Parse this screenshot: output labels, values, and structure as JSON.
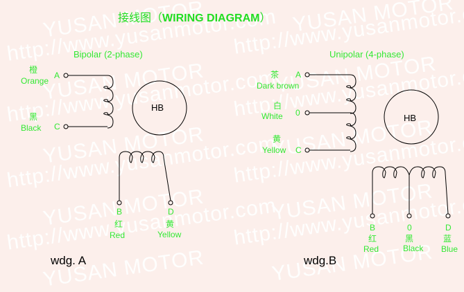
{
  "title": {
    "cn": "接线图（",
    "en": "WIRING DIAGRAM",
    "close": "）"
  },
  "watermarks": {
    "brand": "YUSAN MOTOR",
    "url": "http://www.yusanmotor.com"
  },
  "bipolar": {
    "heading": "Bipolar (2-phase)",
    "rotor_label": "HB",
    "caption": "wdg. A",
    "leads": [
      {
        "terminal": "A",
        "cn": "橙",
        "color": "Orange"
      },
      {
        "terminal": "C",
        "cn": "黑",
        "color": "Black"
      },
      {
        "terminal": "B",
        "cn": "红",
        "color": "Red"
      },
      {
        "terminal": "D",
        "cn": "黄",
        "color": "Yellow"
      }
    ]
  },
  "unipolar": {
    "heading": "Unipolar (4-phase)",
    "rotor_label": "HB",
    "caption": "wdg.B",
    "leads": [
      {
        "terminal": "A",
        "cn": "茶",
        "color": "Dark brown"
      },
      {
        "terminal": "0",
        "cn": "白",
        "color": "White"
      },
      {
        "terminal": "C",
        "cn": "黄",
        "color": "Yellow"
      },
      {
        "terminal": "B",
        "cn": "红",
        "color": "Red"
      },
      {
        "terminal": "0",
        "cn": "黑",
        "color": "Black"
      },
      {
        "terminal": "D",
        "cn": "蓝",
        "color": "Blue"
      }
    ]
  },
  "colors": {
    "label_green": "#33e833",
    "background": "#fcefeb",
    "line": "#000000"
  }
}
